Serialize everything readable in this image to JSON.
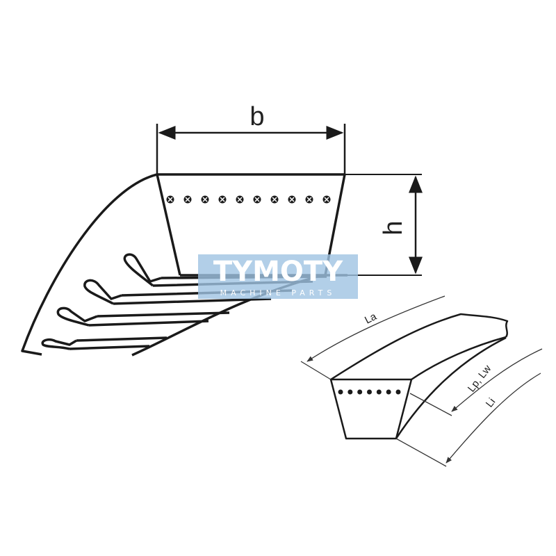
{
  "labels": {
    "width": "b",
    "height": "h",
    "outside_length": "La",
    "pitch_length": "Lp, Lw",
    "inside_length": "Li"
  },
  "watermark": {
    "brand": "TYMOTY",
    "tagline": "MACHINE PARTS",
    "color": "#9fc3e2"
  },
  "colors": {
    "line": "#1a1a1a",
    "thin_line": "#333333"
  },
  "cord_counts": {
    "cross_section": 10,
    "perspective": 7
  }
}
